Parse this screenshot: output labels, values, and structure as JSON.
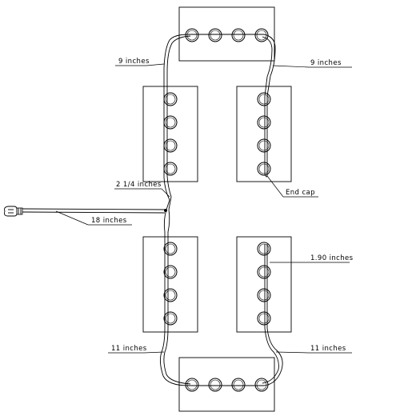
{
  "labels": {
    "top_left_run": "9 inches",
    "top_right_run": "9 inches",
    "jumper": "2 1/4 inches",
    "lead_in": "18 inches",
    "end_cap": "End cap",
    "spacing": "1.90 inches",
    "bottom_left_run": "11 inches",
    "bottom_right_run": "11 inches"
  }
}
